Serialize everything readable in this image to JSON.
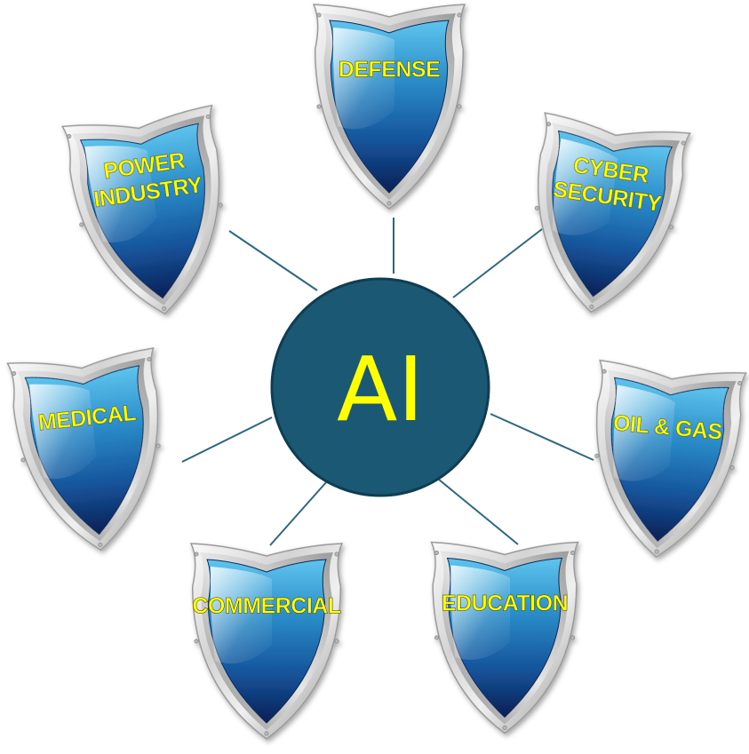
{
  "colors": {
    "label": "#ffff00",
    "hub_fill": "#1b5873",
    "hub_stroke": "#0f3d52",
    "connector": "#2d6880",
    "silver_light": "#f2f2f2",
    "silver_dark": "#9a9a9a",
    "blue_top": "#5ec4ee",
    "blue_mid": "#1d6fae",
    "blue_bottom": "#0a1f55"
  },
  "hub": {
    "label": "AI"
  },
  "shields": [
    {
      "id": "defense",
      "lines": [
        "DEFENSE"
      ]
    },
    {
      "id": "cyber-security",
      "lines": [
        "CYBER",
        "SECURITY"
      ]
    },
    {
      "id": "oil-gas",
      "lines": [
        "OIL & GAS"
      ]
    },
    {
      "id": "education",
      "lines": [
        "EDUCATION"
      ]
    },
    {
      "id": "commercial",
      "lines": [
        "COMMERCIAL"
      ]
    },
    {
      "id": "medical",
      "lines": [
        "MEDICAL"
      ]
    },
    {
      "id": "power-industry",
      "lines": [
        "POWER",
        "INDUSTRY"
      ]
    }
  ]
}
